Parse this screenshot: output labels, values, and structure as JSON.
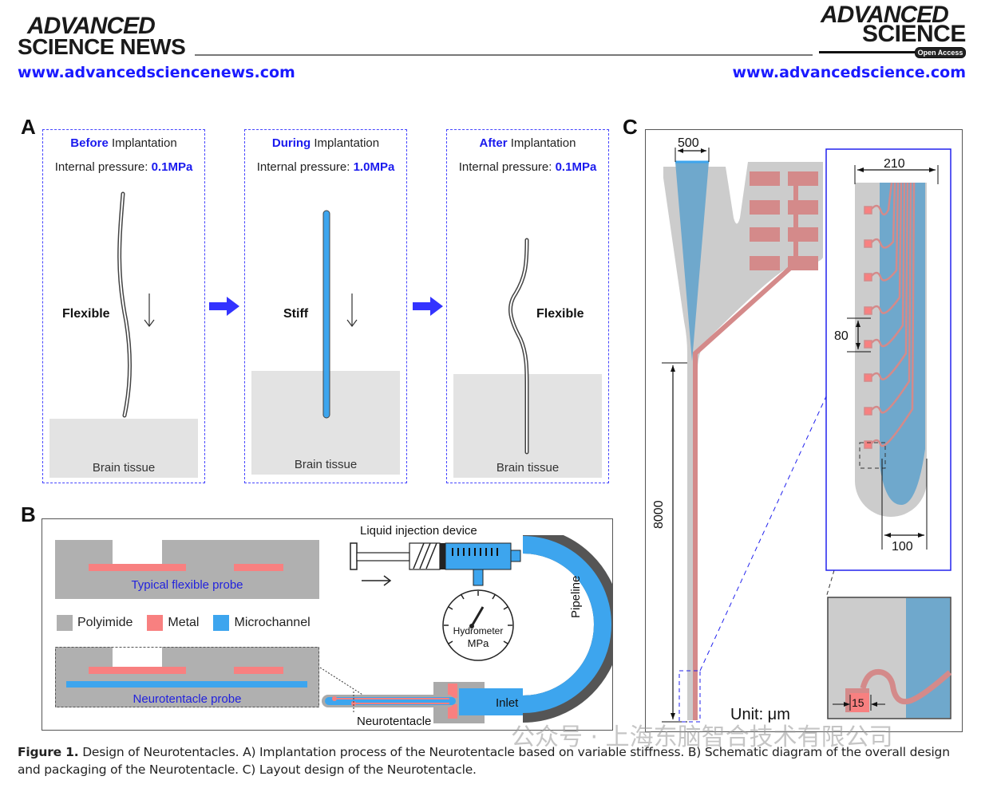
{
  "header": {
    "left_logo_line1": "ADVANCED",
    "left_logo_line2": "SCIENCE NEWS",
    "left_url": "www.advancedsciencenews.com",
    "right_logo_line1": "ADVANCED",
    "right_logo_line2": "SCIENCE",
    "right_badge": "Open Access",
    "right_url": "www.advancedscience.com"
  },
  "panel_a": {
    "letter": "A",
    "stages": [
      {
        "phase": "Before",
        "title_rest": " Implantation",
        "pressure_label": "Internal pressure: ",
        "pressure_value": "0.1MPa",
        "state": "Flexible",
        "tissue": "Brain tissue"
      },
      {
        "phase": "During",
        "title_rest": " Implantation",
        "pressure_label": "Internal pressure: ",
        "pressure_value": "1.0MPa",
        "state": "Stiff",
        "tissue": "Brain tissue"
      },
      {
        "phase": "After",
        "title_rest": " Implantation",
        "pressure_label": "Internal pressure: ",
        "pressure_value": "0.1MPa",
        "state": "Flexible",
        "tissue": "Brain tissue"
      }
    ]
  },
  "panel_b": {
    "letter": "B",
    "typical_probe_label": "Typical flexible probe",
    "neurotentacle_probe_label": "Neurotentacle probe",
    "legend": [
      {
        "label": "Polyimide",
        "color": "#b0b0b0"
      },
      {
        "label": "Metal",
        "color": "#f88080"
      },
      {
        "label": "Microchannel",
        "color": "#3da5ee"
      }
    ],
    "device_label": "Liquid injection device",
    "gauge_label": "Hydrometer",
    "gauge_unit": "MPa",
    "pipeline_label": "Pipeline",
    "inlet_label": "Inlet",
    "neurotentacle_label": "Neurotentacle"
  },
  "panel_c": {
    "letter": "C",
    "dim_top_width": "500",
    "dim_shank_length": "8000",
    "dim_tip_width": "210",
    "dim_pitch": "80",
    "dim_channel_width": "100",
    "dim_pad": "15",
    "unit_label": "Unit: μm",
    "electrode_count": 8,
    "bond_pad_count": 8
  },
  "caption": {
    "label": "Figure 1.",
    "text": " Design of Neurotentacles. A) Implantation process of the Neurotentacle based on variable stiffness. B) Schematic diagram of the overall design and packaging of the Neurotentacle. C) Layout design of the Neurotentacle."
  },
  "watermark": "公众号 · 上海东脑智合技术有限公司",
  "colors": {
    "accent_blue": "#1a1aee",
    "microchannel": "#3da5ee",
    "channel_c": "#6fa8cc",
    "metal": "#f88080",
    "trace": "#d48a8a",
    "polyimide": "#b0b0b0",
    "substrate_c": "#cccccc",
    "tissue": "#e3e3e3"
  }
}
